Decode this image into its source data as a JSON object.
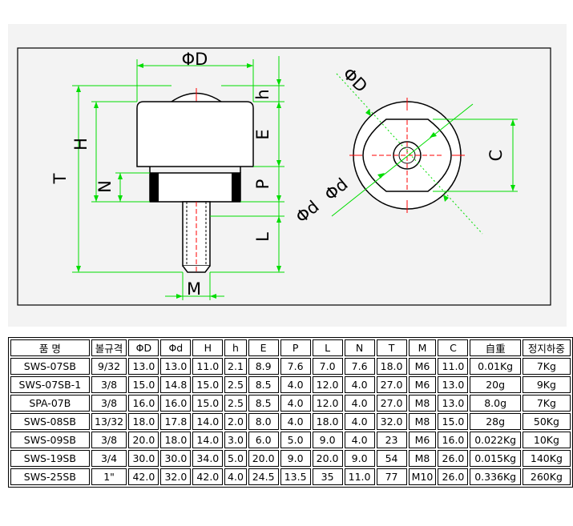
{
  "drawing": {
    "labels": {
      "D_side": "ΦD",
      "h": "h",
      "H": "H",
      "E": "E",
      "T": "T",
      "N": "N",
      "P": "P",
      "L": "L",
      "M": "M",
      "D_front": "ΦD",
      "C": "C",
      "d_outer": "Φd",
      "d_inner": "Φd"
    },
    "colors": {
      "dimension": "#00dd00",
      "outline": "#000000",
      "centerline": "#ff0000",
      "frame": "#000000"
    }
  },
  "table": {
    "headers": [
      "품 명",
      "볼규격",
      "ΦD",
      "Φd",
      "H",
      "h",
      "E",
      "P",
      "L",
      "N",
      "T",
      "M",
      "C",
      "自重",
      "정지하중"
    ],
    "rows": [
      [
        "SWS-07SB",
        "9/32",
        "13.0",
        "13.0",
        "11.0",
        "2.1",
        "8.9",
        "7.6",
        "7.0",
        "7.6",
        "18.0",
        "M6",
        "11.0",
        "0.01Kg",
        "7Kg"
      ],
      [
        "SWS-07SB-1",
        "3/8",
        "15.0",
        "14.8",
        "15.0",
        "2.5",
        "8.5",
        "4.0",
        "12.0",
        "4.0",
        "27.0",
        "M6",
        "13.0",
        "20g",
        "9Kg"
      ],
      [
        "SPA-07B",
        "3/8",
        "16.0",
        "16.0",
        "15.0",
        "2.5",
        "8.5",
        "4.0",
        "12.0",
        "4.0",
        "27.0",
        "M8",
        "13.0",
        "8.0g",
        "7Kg"
      ],
      [
        "SWS-08SB",
        "13/32",
        "18.0",
        "17.8",
        "14.0",
        "2.0",
        "8.0",
        "4.0",
        "18.0",
        "4.0",
        "32.0",
        "M8",
        "15.0",
        "28g",
        "50Kg"
      ],
      [
        "SWS-09SB",
        "3/8",
        "20.0",
        "18.0",
        "14.0",
        "3.0",
        "6.0",
        "5.0",
        "9.0",
        "4.0",
        "23",
        "M6",
        "16.0",
        "0.022Kg",
        "10Kg"
      ],
      [
        "SWS-19SB",
        "3/4",
        "30.0",
        "30.0",
        "34.0",
        "5.0",
        "20.0",
        "9.0",
        "20.0",
        "9.0",
        "54",
        "M8",
        "26.0",
        "0.015Kg",
        "140Kg"
      ],
      [
        "SWS-25SB",
        "1\"",
        "42.0",
        "32.0",
        "42.0",
        "4.0",
        "24.5",
        "13.5",
        "35",
        "11.0",
        "77",
        "M10",
        "26.0",
        "0.336Kg",
        "260Kg"
      ]
    ]
  }
}
